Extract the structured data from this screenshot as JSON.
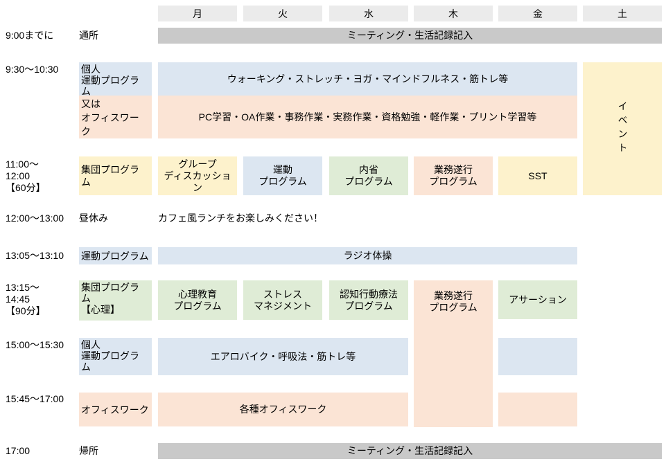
{
  "days": [
    "月",
    "火",
    "水",
    "木",
    "金",
    "土"
  ],
  "colors": {
    "block_blue": "#dce6f1",
    "block_peach": "#fbe4d5",
    "block_yellow": "#fdf2cc",
    "block_green": "#dfecd6",
    "bar_gray": "#c9c9c9",
    "header_gray": "#ebebeb"
  },
  "schedule": {
    "arrival": {
      "time": "9:00までに",
      "category": "通所",
      "content": "ミーティング・生活記録記入"
    },
    "morning_program": {
      "time": "9:30〜10:30",
      "category_primary": "個人\n運動プログラ\nム",
      "category_alt": "又は\nオフィスワー\nク",
      "exercise_content": "ウォーキング・ストレッチ・ヨガ・マインドフルネス・筋トレ等",
      "office_content": "PC学習・OA作業・事務作業・実務作業・資格勉強・軽作業・プリント学習等",
      "saturday_event": "イベント"
    },
    "group_program_am": {
      "time": "11:00〜\n12:00\n【60分】",
      "category": "集団プログラ\nム",
      "mon": "グループ\nディスカッショ\nン",
      "tue": "運動\nプログラム",
      "wed": "内省\nプログラム",
      "thu": "業務遂行\nプログラム",
      "fri": "SST"
    },
    "lunch": {
      "time": "12:00〜13:00",
      "category": "昼休み",
      "content": "カフェ風ランチをお楽しみください！"
    },
    "radio_exercise": {
      "time": "13:05〜13:10",
      "category": "運動プログラム",
      "content": "ラジオ体操"
    },
    "group_program_pm": {
      "time": "13:15〜\n14:45\n【90分】",
      "category": "集団プログラ\nム\n【心理】",
      "mon": "心理教育\nプログラム",
      "tue": "ストレス\nマネジメント",
      "wed": "認知行動療法\nプログラム",
      "thu": "業務遂行\nプログラム",
      "fri": "アサーション"
    },
    "individual_exercise_pm": {
      "time": "15:00〜15:30",
      "category": "個人\n運動プログラ\nム",
      "content": "エアロバイク・呼吸法・筋トレ等"
    },
    "office_work": {
      "time": "15:45〜17:00",
      "category": "オフィスワーク",
      "content": "各種オフィスワーク"
    },
    "departure": {
      "time": "17:00",
      "category": "帰所",
      "content": "ミーティング・生活記録記入"
    }
  }
}
